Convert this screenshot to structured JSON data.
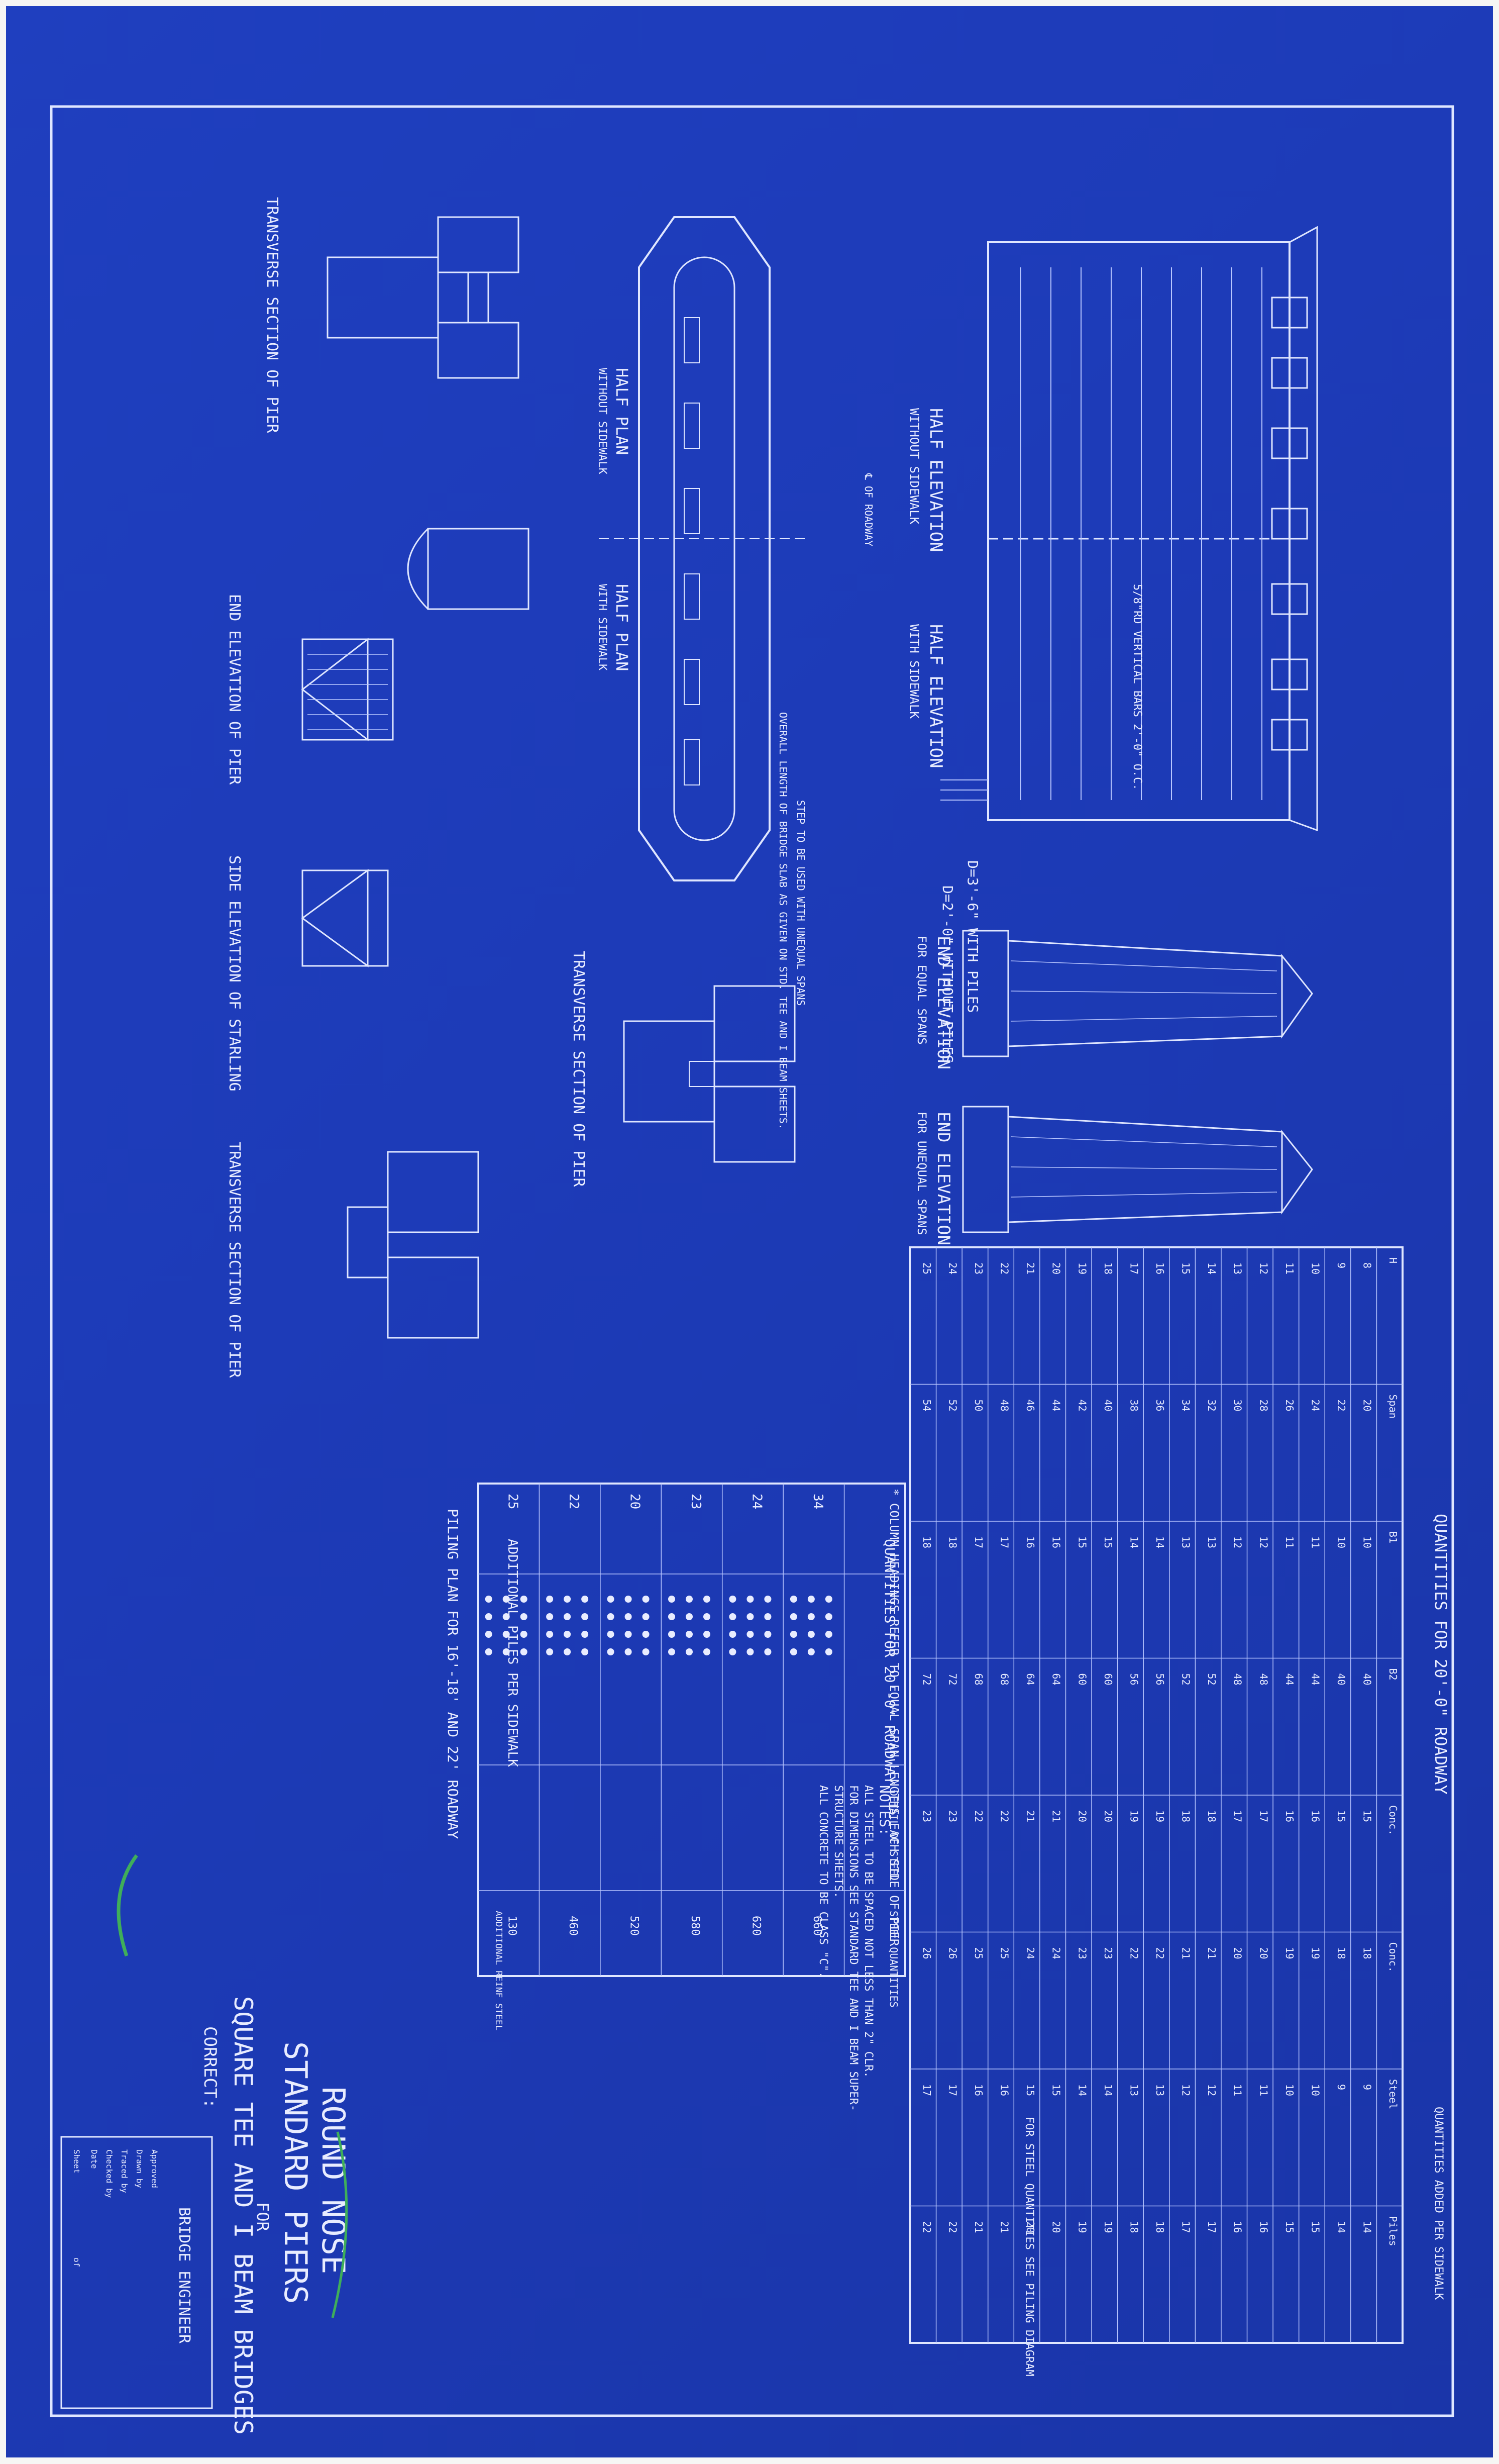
{
  "title_block": {
    "round_nose": "ROUND NOSE",
    "standard_piers": "STANDARD PIERS",
    "for": "FOR",
    "subtitle": "SQUARE TEE AND I BEAM BRIDGES",
    "correct": "CORRECT:",
    "engineer": "BRIDGE ENGINEER",
    "approved": "Approved",
    "drawn_by": "Drawn by",
    "traced_by": "Traced by",
    "checked_by": "Checked by",
    "date": "Date",
    "sheet": "Sheet",
    "of": "of"
  },
  "drawings": {
    "half_elev_no_walk": "HALF ELEVATION",
    "half_elev_no_walk_sub": "WITHOUT SIDEWALK",
    "half_elev_walk": "HALF ELEVATION",
    "half_elev_walk_sub": "WITH SIDEWALK",
    "end_elev_equal": "END ELEVATION",
    "end_elev_equal_sub": "FOR EQUAL SPANS",
    "end_elev_unequal": "END ELEVATION",
    "end_elev_unequal_sub": "FOR UNEQUAL SPANS",
    "half_plan_no_walk": "HALF PLAN",
    "half_plan_no_walk_sub": "WITHOUT SIDEWALK",
    "half_plan_walk": "HALF PLAN",
    "half_plan_walk_sub": "WITH SIDEWALK",
    "transverse_1": "TRANSVERSE SECTION OF PIER",
    "transverse_2": "TRANSVERSE SECTION OF PIER",
    "transverse_3": "TRANSVERSE SECTION OF PIER",
    "end_elev_pier": "END ELEVATION OF PIER",
    "side_elev_starling": "SIDE ELEVATION OF STARLING",
    "d_with_piles": "D=3'-6\" WITH PILES",
    "d_without_piles": "D=2'-0\" WITHOUT PILES",
    "overall_length": "OVERALL LENGTH OF BRIDGE SLAB AS GIVEN ON STD. TEE AND I BEAM SHEETS.",
    "step_note": "STEP TO BE USED WITH UNEQUAL SPANS",
    "roadway": "℄ OF ROADWAY",
    "vertical_bars": "5/8\"RD VERTICAL BARS 2'-0\" O.C."
  },
  "quantities_table": {
    "title": "QUANTITIES FOR 20'-0\" ROADWAY",
    "sub_title": "QUANTITIES ADDED PER SIDEWALK",
    "pile_note": "FOR STEEL QUANTITIES SEE PILING DIAGRAM",
    "footnote": "* COLUMN HEADINGS REFER TO EQUAL SPAN LENGTHS EACH SIDE OF PIER",
    "headers": [
      "H",
      "Span",
      "B1",
      "B2",
      "Conc.",
      "Conc.",
      "Steel",
      "Piles"
    ],
    "rows": [
      [
        "8",
        "20",
        "10",
        "40",
        "15",
        "18",
        "9",
        "14"
      ],
      [
        "9",
        "22",
        "10",
        "40",
        "15",
        "18",
        "9",
        "14"
      ],
      [
        "10",
        "24",
        "11",
        "44",
        "16",
        "19",
        "10",
        "15"
      ],
      [
        "11",
        "26",
        "11",
        "44",
        "16",
        "19",
        "10",
        "15"
      ],
      [
        "12",
        "28",
        "12",
        "48",
        "17",
        "20",
        "11",
        "16"
      ],
      [
        "13",
        "30",
        "12",
        "48",
        "17",
        "20",
        "11",
        "16"
      ],
      [
        "14",
        "32",
        "13",
        "52",
        "18",
        "21",
        "12",
        "17"
      ],
      [
        "15",
        "34",
        "13",
        "52",
        "18",
        "21",
        "12",
        "17"
      ],
      [
        "16",
        "36",
        "14",
        "56",
        "19",
        "22",
        "13",
        "18"
      ],
      [
        "17",
        "38",
        "14",
        "56",
        "19",
        "22",
        "13",
        "18"
      ],
      [
        "18",
        "40",
        "15",
        "60",
        "20",
        "23",
        "14",
        "19"
      ],
      [
        "19",
        "42",
        "15",
        "60",
        "20",
        "23",
        "14",
        "19"
      ],
      [
        "20",
        "44",
        "16",
        "64",
        "21",
        "24",
        "15",
        "20"
      ],
      [
        "21",
        "46",
        "16",
        "64",
        "21",
        "24",
        "15",
        "20"
      ],
      [
        "22",
        "48",
        "17",
        "68",
        "22",
        "25",
        "16",
        "21"
      ],
      [
        "23",
        "50",
        "17",
        "68",
        "22",
        "25",
        "16",
        "21"
      ],
      [
        "24",
        "52",
        "18",
        "72",
        "23",
        "26",
        "17",
        "22"
      ],
      [
        "25",
        "54",
        "18",
        "72",
        "23",
        "26",
        "17",
        "22"
      ]
    ]
  },
  "piling": {
    "title": "QUANTITIES FOR 20'-0\" ROADWAY",
    "additional": "ADDITIONAL PILES PER SIDEWALK",
    "plan_title": "PILING PLAN FOR 16'-18' AND 22' ROADWAY",
    "detail": "DETAIL OF STEEL",
    "steel_qty": "STEEL QUANTITIES",
    "additional_steel": "ADDITIONAL REINF STEEL",
    "rows": [
      "34",
      "24",
      "23",
      "20",
      "22",
      "25"
    ],
    "steel": [
      "660",
      "620",
      "580",
      "520",
      "460",
      "130"
    ]
  },
  "notes": {
    "title": "NOTES:",
    "lines": [
      "ALL STEEL TO BE SPACED NOT LESS THAN 2\" CLR.",
      "FOR DIMENSIONS SEE STANDARD TEE AND I BEAM SUPER-",
      "STRUCTURE SHEETS.",
      "ALL CONCRETE TO BE CLASS \"C\"."
    ]
  },
  "colors": {
    "paper": "#f6f6f4",
    "blueprint": "#1d3bb8",
    "line": "#dfe6ff",
    "green_accent": "#3fae5a"
  }
}
